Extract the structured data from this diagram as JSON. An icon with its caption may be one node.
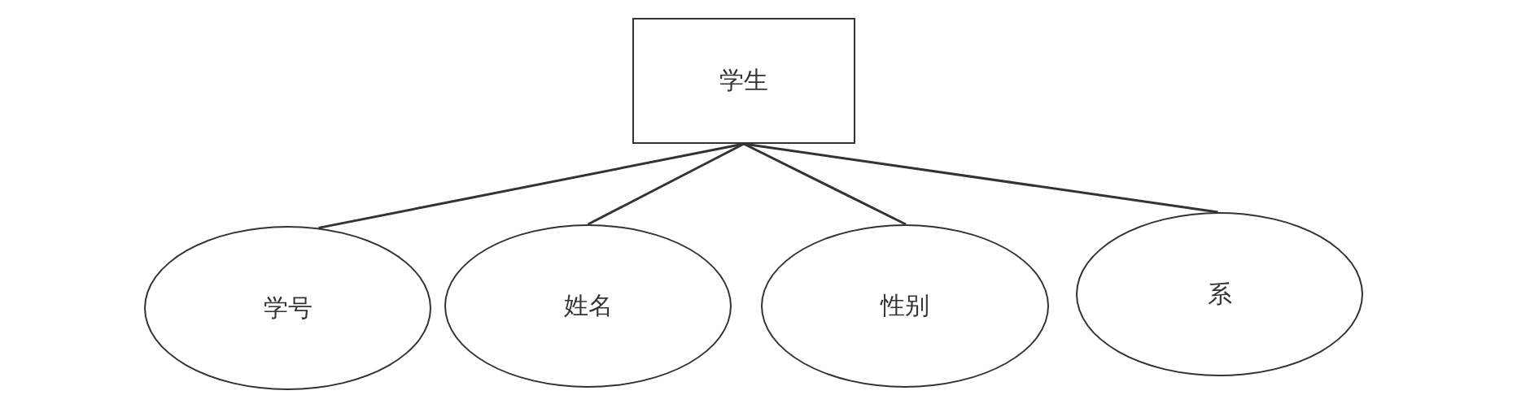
{
  "diagram": {
    "nodes": [
      {
        "text": [
          "学生"
        ]
      },
      {
        "text": [
          "学号"
        ]
      },
      {
        "text": [
          "姓名"
        ]
      },
      {
        "text": [
          "性别"
        ]
      },
      {
        "text": [
          "系"
        ]
      }
    ],
    "edges": [
      {
        "from": 0,
        "to": 1,
        "arrow": "none"
      },
      {
        "from": 0,
        "to": 2,
        "arrow": "none"
      },
      {
        "from": 0,
        "to": 3,
        "arrow": "none"
      },
      {
        "from": 0,
        "to": 4,
        "arrow": "none"
      }
    ]
  }
}
